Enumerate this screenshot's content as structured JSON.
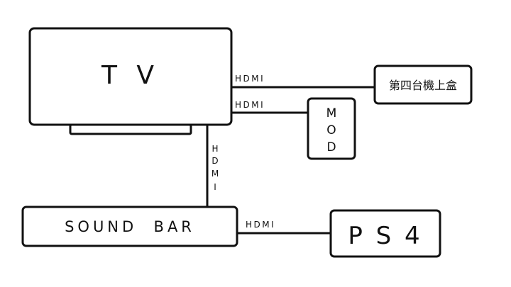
{
  "devices": {
    "tv": "T V",
    "set_top_box": "第四台機上盒",
    "mod": [
      "M",
      "O",
      "D"
    ],
    "soundbar": "SOUND  BAR",
    "ps4": "P S 4"
  },
  "links": {
    "tv_to_set_top_box": "HDMI",
    "tv_to_mod": "HDMI",
    "tv_to_soundbar": [
      "H",
      "D",
      "M",
      "I"
    ],
    "soundbar_to_ps4": "HDMI"
  }
}
